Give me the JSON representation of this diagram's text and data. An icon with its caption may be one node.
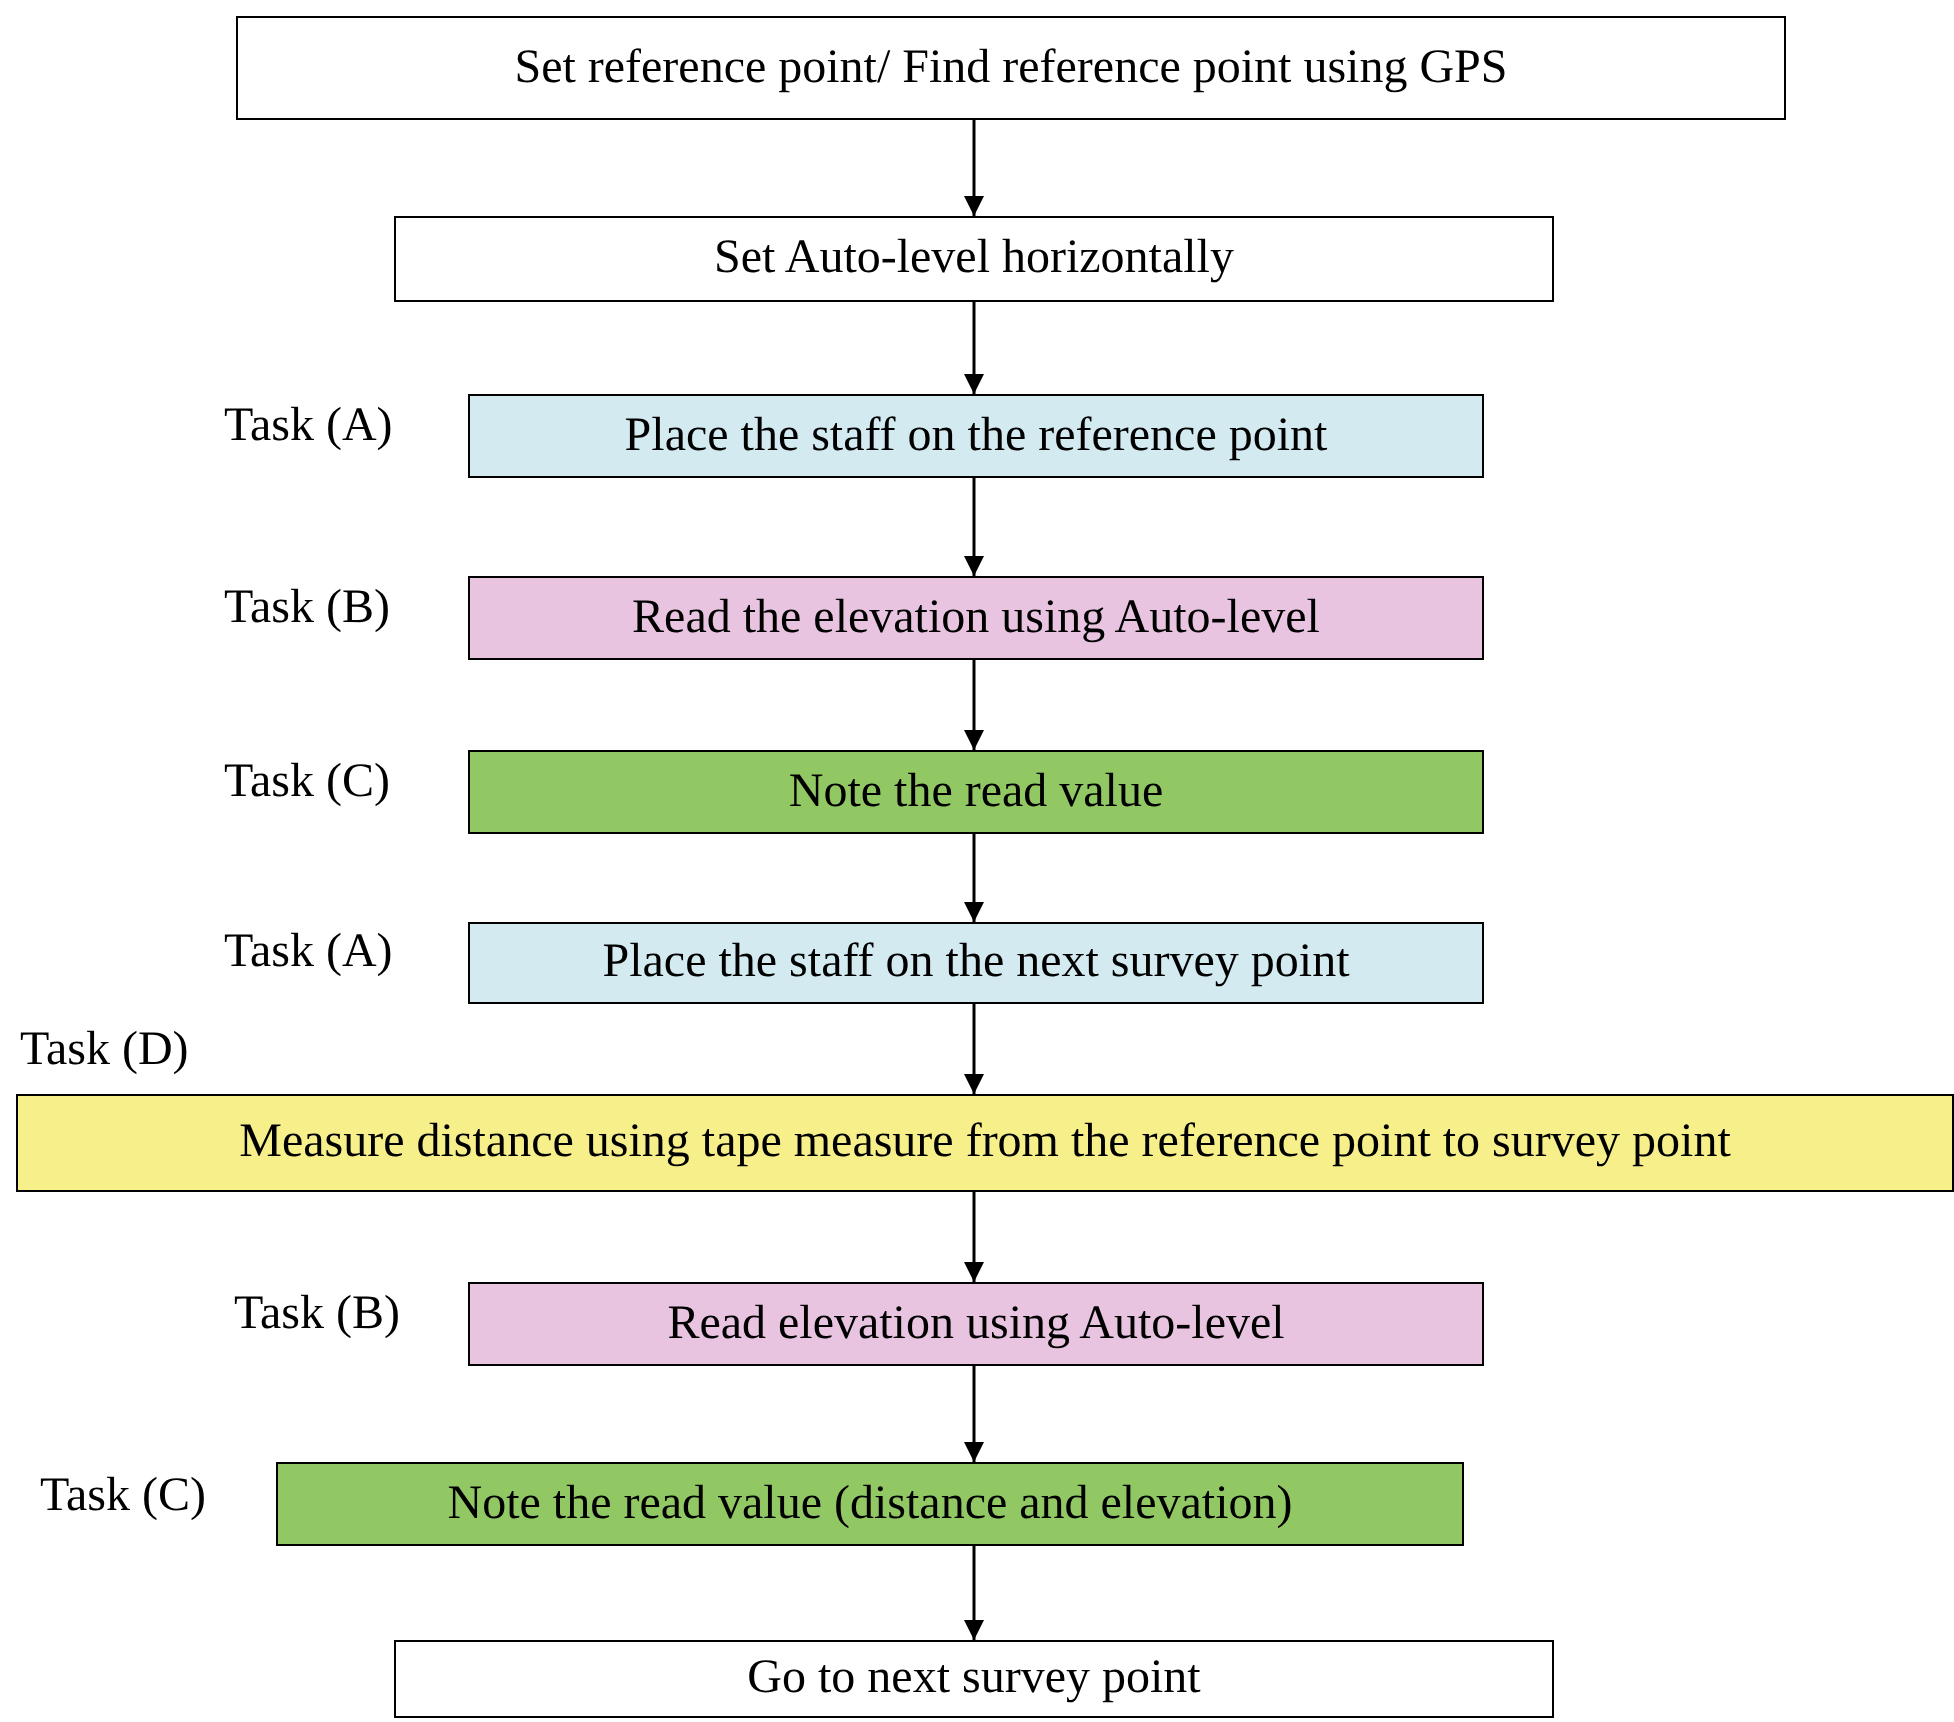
{
  "diagram": {
    "nodes": [
      {
        "text": [
          "Set reference point/ Find reference point using GPS"
        ]
      },
      {
        "text": [
          "Set Auto-level horizontally"
        ]
      },
      {
        "text": [
          "Place the staff on the reference point"
        ],
        "beside": [
          "Task (A)"
        ]
      },
      {
        "text": [
          "Read the elevation using Auto-level"
        ],
        "beside": [
          "Task (B)"
        ]
      },
      {
        "text": [
          "Note the read value"
        ],
        "beside": [
          "Task (C)"
        ]
      },
      {
        "text": [
          "Place the staff on the next survey point"
        ],
        "beside": [
          "Task (A)"
        ]
      },
      {
        "text": [
          "Measure distance using tape measure from the reference point to survey point"
        ],
        "beside": [
          "Task (D)"
        ]
      },
      {
        "text": [
          "Read elevation using Auto-level"
        ],
        "beside": [
          "Task (B)"
        ]
      },
      {
        "text": [
          "Note the read value (distance and elevation)"
        ],
        "beside": [
          "Task (C)"
        ]
      },
      {
        "text": [
          "Go to next survey point"
        ]
      }
    ],
    "edges": [
      {
        "from": 0,
        "to": 1,
        "arrow": "to"
      },
      {
        "from": 1,
        "to": 2,
        "arrow": "to"
      },
      {
        "from": 2,
        "to": 3,
        "arrow": "to"
      },
      {
        "from": 3,
        "to": 4,
        "arrow": "to"
      },
      {
        "from": 4,
        "to": 5,
        "arrow": "to"
      },
      {
        "from": 5,
        "to": 6,
        "arrow": "to"
      },
      {
        "from": 6,
        "to": 7,
        "arrow": "to"
      },
      {
        "from": 7,
        "to": 8,
        "arrow": "to"
      },
      {
        "from": 8,
        "to": 9,
        "arrow": "to"
      }
    ]
  }
}
